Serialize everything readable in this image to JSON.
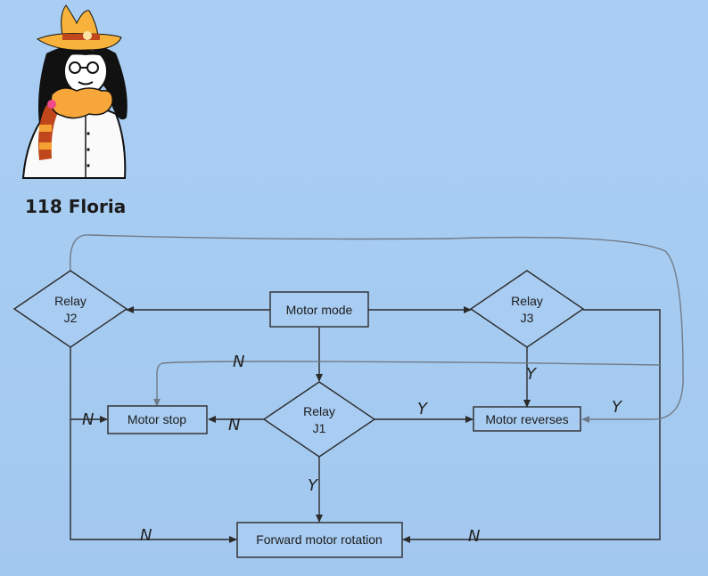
{
  "user": {
    "label": "118 Floria",
    "avatar_icon": "cowgirl-avatar-icon"
  },
  "diagram": {
    "nodes": {
      "motor_mode": "Motor mode",
      "relay_j2": [
        "Relay",
        "J2"
      ],
      "relay_j3": [
        "Relay",
        "J3"
      ],
      "relay_j1": [
        "Relay",
        "J1"
      ],
      "motor_stop": "Motor stop",
      "motor_reverses": "Motor reverses",
      "forward_rotation": "Forward motor rotation"
    },
    "edge_labels": {
      "j2_to_stop": "N",
      "j2_to_forward": "N",
      "j1_to_stop": "N",
      "j1_to_reverses": "Y",
      "j1_to_forward": "Y",
      "j3_to_reverses": "Y",
      "j3_loop_to_stop": "N",
      "j3_to_forward": "N",
      "loop_to_reverses": "Y"
    }
  },
  "colors": {
    "background": "#a8ccf2",
    "line": "#2b2b2b",
    "loop_line": "#707a86",
    "box_fill": "#a8ccf2"
  }
}
